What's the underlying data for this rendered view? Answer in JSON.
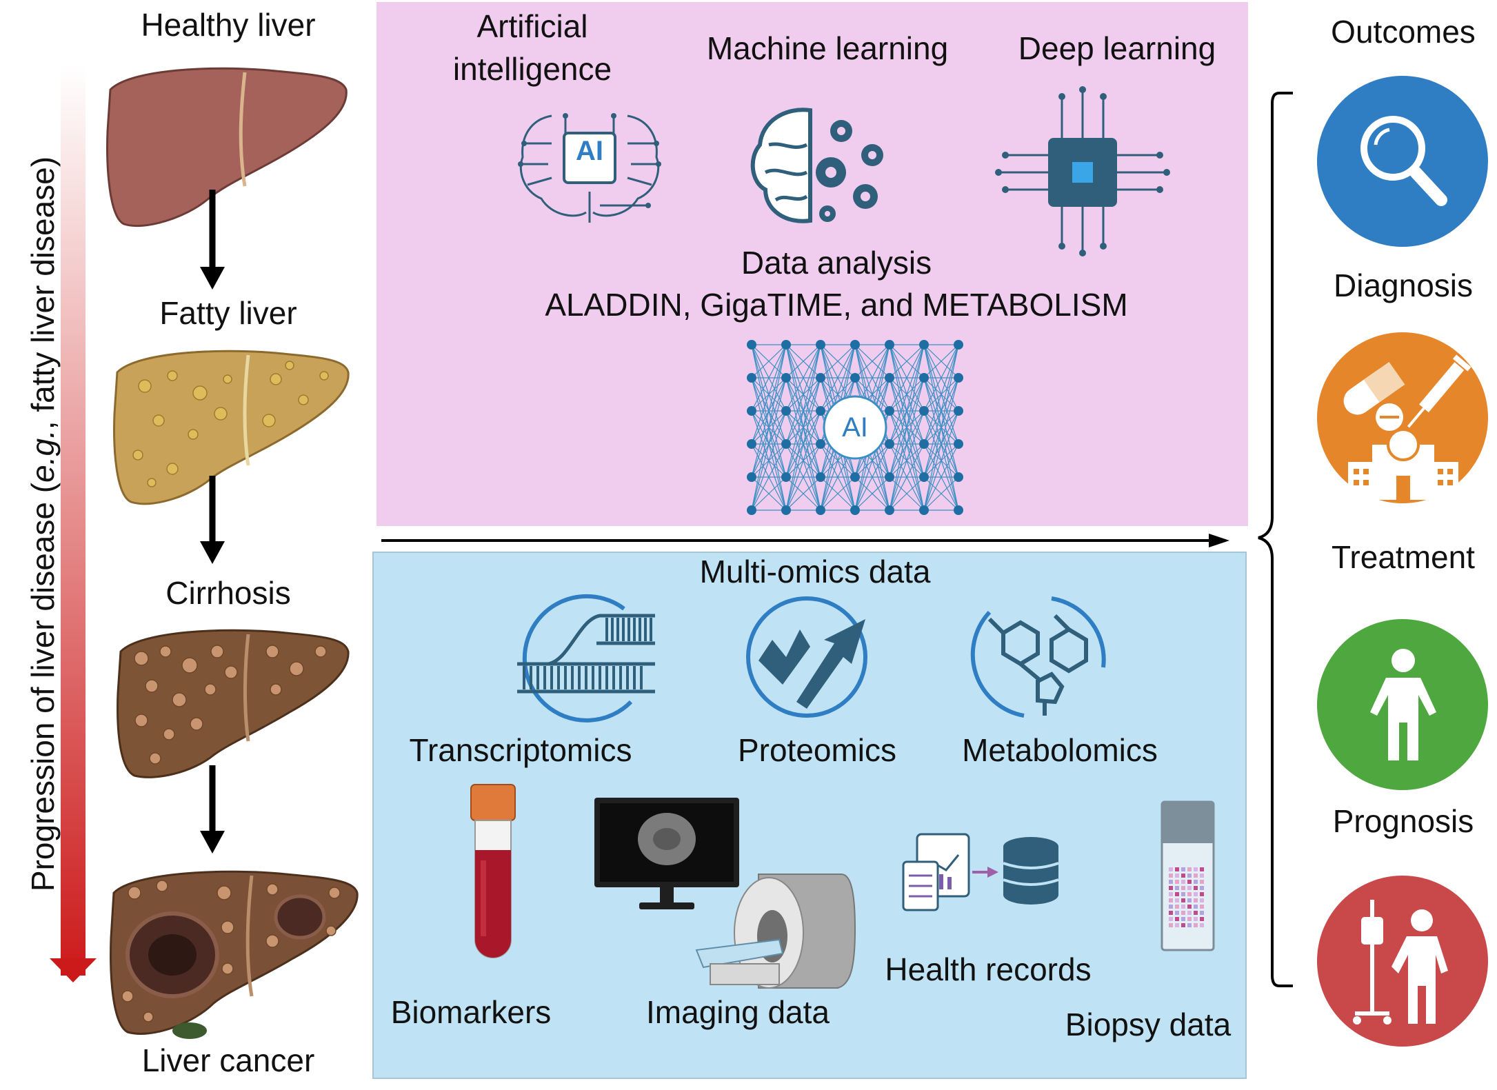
{
  "stages": {
    "healthy": "Healthy liver",
    "fatty": "Fatty liver",
    "cirrhosis": "Cirrhosis",
    "cancer": "Liver cancer"
  },
  "progression": {
    "prefix": "Progression of liver disease (",
    "eg": "e.g.",
    "suffix": ", fatty liver disease)"
  },
  "ai": {
    "ai_title_line1": "Artificial",
    "ai_title_line2": "intelligence",
    "ml_title": "Machine learning",
    "dl_title": "Deep learning",
    "chip_text": "AI",
    "data_analysis": "Data analysis",
    "tools": "ALADDIN, GigaTIME, and METABOLISM",
    "network_center": "AI"
  },
  "omics": {
    "title": "Multi-omics data",
    "transcriptomics": "Transcriptomics",
    "proteomics": "Proteomics",
    "metabolomics": "Metabolomics",
    "biomarkers": "Biomarkers",
    "imaging": "Imaging data",
    "health_records": "Health records",
    "biopsy": "Biopsy data"
  },
  "outcomes": {
    "title": "Outcomes",
    "diagnosis": "Diagnosis",
    "treatment": "Treatment",
    "prognosis": "Prognosis"
  },
  "colors": {
    "ai_panel": "#f0cdee",
    "omics_panel": "#bfe3f4",
    "diagnosis": "#2f7dc3",
    "treatment": "#e6862a",
    "prognosis": "#4ea83f",
    "palliative": "#c9484a",
    "icon_blue": "#2f5f7a",
    "arrow_red": "#d41f1f"
  }
}
